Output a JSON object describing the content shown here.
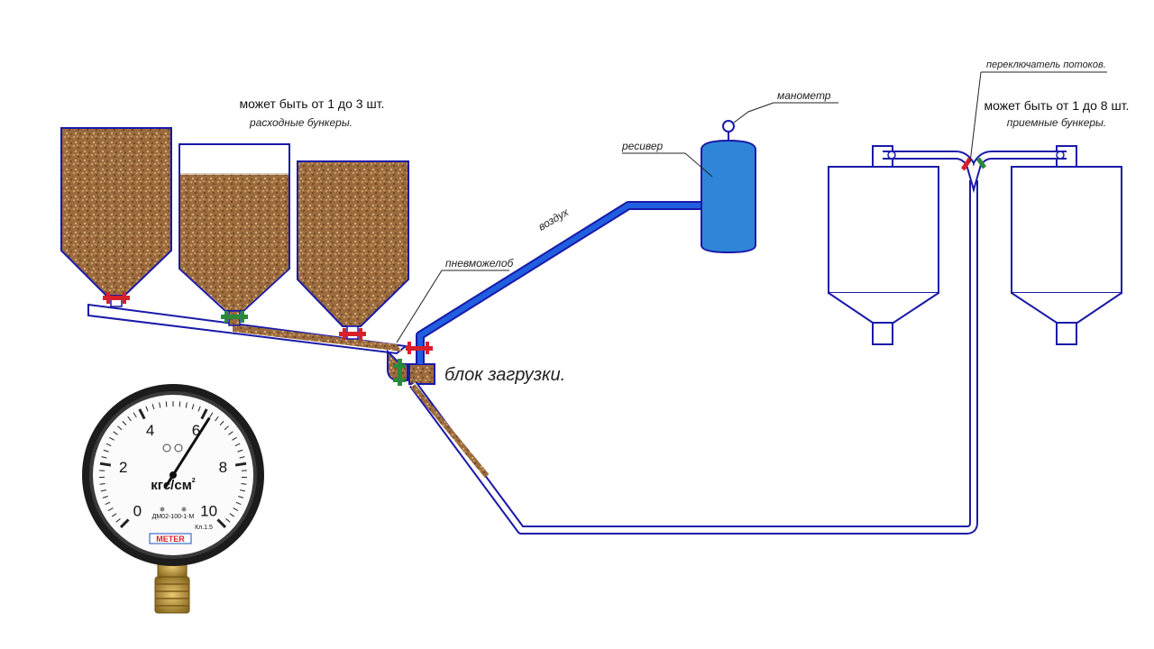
{
  "labels": {
    "supply_count": "может быть от 1 до 3 шт.",
    "supply_bunkers": "расходные бункеры.",
    "receiver": "ресивер",
    "manometer": "манометр",
    "air": "воздух",
    "pneumochute": "пневможелоб",
    "load_block": "блок загрузки.",
    "flow_switch": "переключатель потоков.",
    "receive_count": "может быть от 1 до 8 шт.",
    "receive_bunkers": "приемные бункеры."
  },
  "gauge": {
    "unit": "кгс/см",
    "unit_sup": "2",
    "model": "ДМ02-100-1-М",
    "accuracy": "Кл.1.5",
    "brand": "METER",
    "scale": [
      "0",
      "2",
      "4",
      "6",
      "8",
      "10"
    ],
    "reading": 6.2,
    "max": 10
  },
  "colors": {
    "outline": "#1a1aa8",
    "pipe_air": "#1f5fe0",
    "receiver_fill": "#2f86d8",
    "valve_red": "#d8202a",
    "valve_green": "#2a8a3a",
    "grain": "#9a6a3a"
  }
}
